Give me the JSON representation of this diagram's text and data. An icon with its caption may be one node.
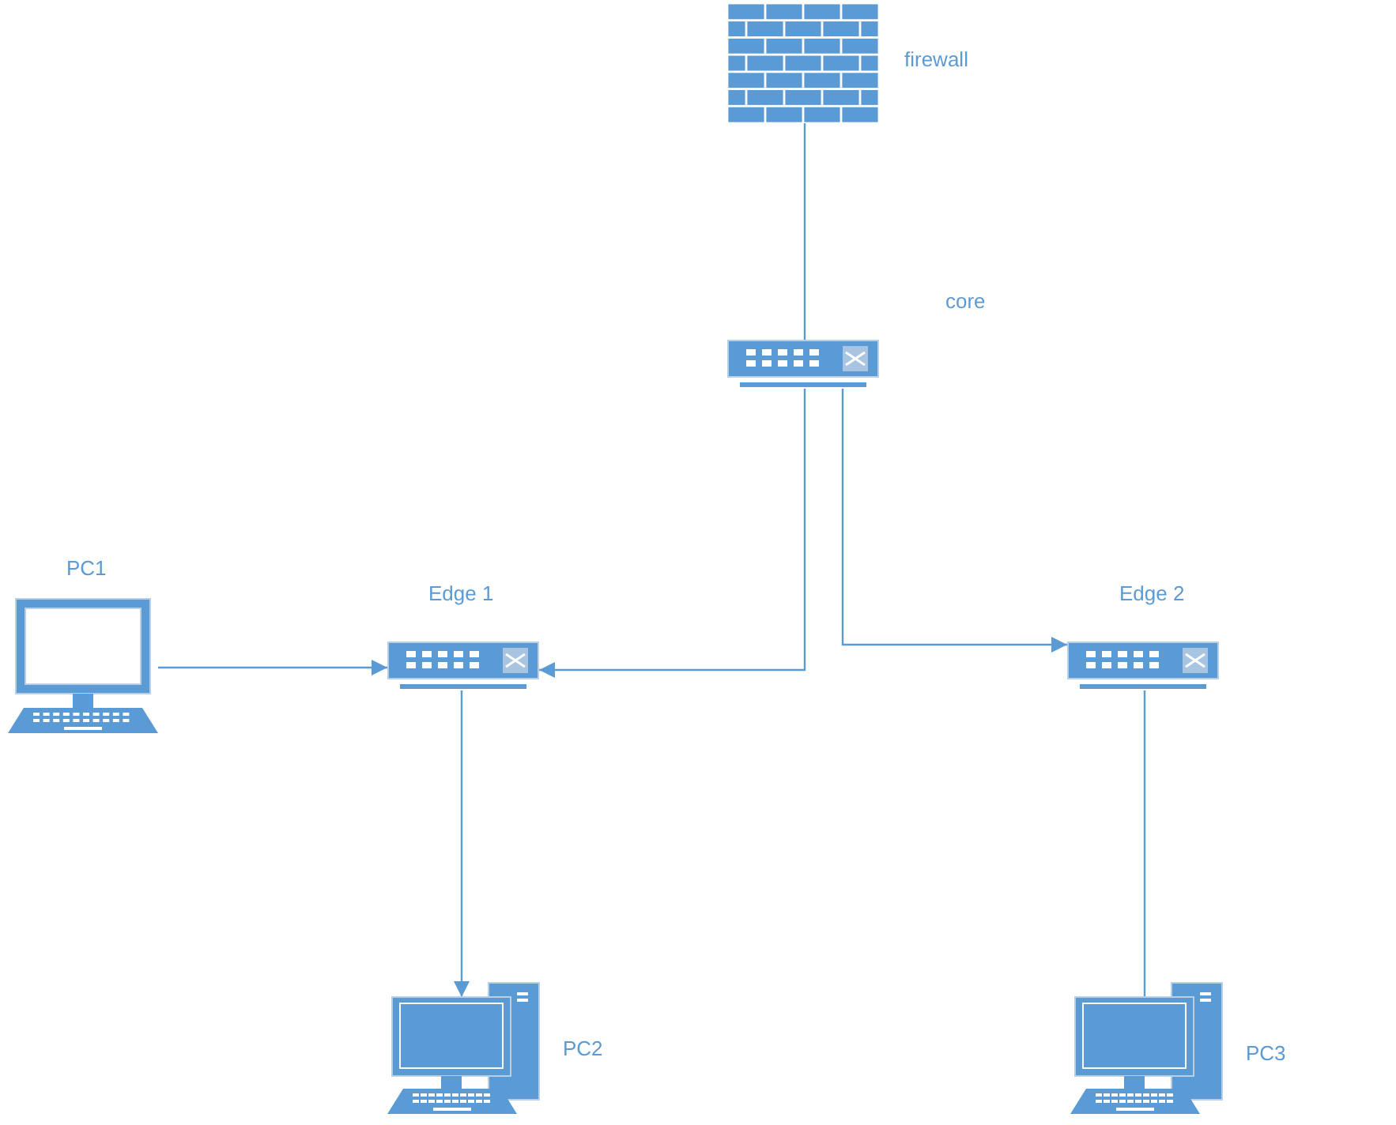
{
  "diagram": {
    "nodes": [
      {
        "text": [],
        "shape": "firewall",
        "beside": [
          "firewall"
        ]
      },
      {
        "text": [],
        "shape": "switch",
        "beside": [
          "core"
        ]
      },
      {
        "text": [],
        "shape": "switch",
        "beside": [
          "Edge 1"
        ]
      },
      {
        "text": [],
        "shape": "switch",
        "beside": [
          "Edge 2"
        ]
      },
      {
        "text": [],
        "shape": "laptop",
        "beside": [
          "PC1"
        ]
      },
      {
        "text": [],
        "shape": "computer",
        "beside": [
          "PC2"
        ]
      },
      {
        "text": [],
        "shape": "computer",
        "beside": [
          "PC3"
        ]
      }
    ],
    "edges": [
      {
        "from": 0,
        "to": 1,
        "arrow": "none"
      },
      {
        "from": 1,
        "to": 2,
        "arrow": "to"
      },
      {
        "from": 1,
        "to": 3,
        "arrow": "to"
      },
      {
        "from": 4,
        "to": 2,
        "arrow": "to"
      },
      {
        "from": 2,
        "to": 5,
        "arrow": "to"
      },
      {
        "from": 3,
        "to": 6,
        "arrow": "none"
      }
    ]
  }
}
